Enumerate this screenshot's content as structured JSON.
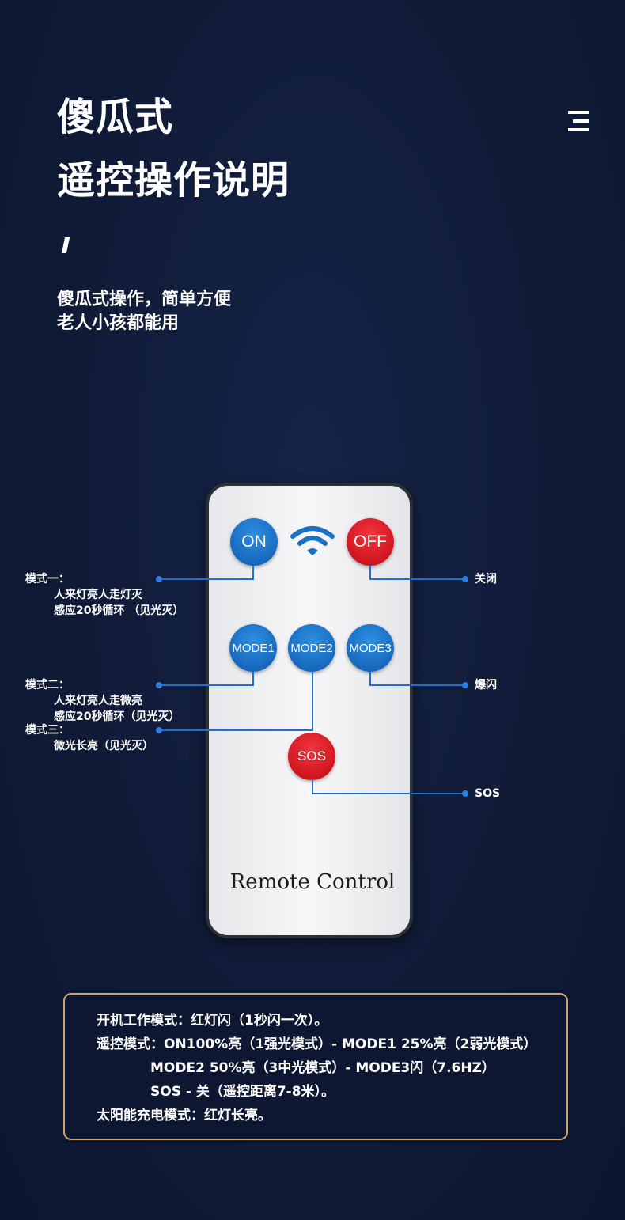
{
  "header": {
    "title_line1": "傻瓜式",
    "title_line2": "遥控操作说明",
    "subtitle_line1": "傻瓜式操作，简单方便",
    "subtitle_line2": "老人小孩都能用"
  },
  "remote": {
    "label": "Remote Control",
    "buttons": {
      "on": "ON",
      "off": "OFF",
      "mode1": "MODE1",
      "mode2": "MODE2",
      "mode3": "MODE3",
      "sos": "SOS"
    },
    "colors": {
      "blue": "#1b6fc4",
      "red": "#d61a24"
    }
  },
  "callouts": {
    "mode1": {
      "title": "模式一：",
      "line1": "人来灯亮人走灯灭",
      "line2": "感应20秒循环 （见光灭）"
    },
    "mode2": {
      "title": "模式二：",
      "line1": "人来灯亮人走微亮",
      "line2": "感应20秒循环（见光灭）"
    },
    "mode3": {
      "title": "模式三：",
      "line1": "微光长亮（见光灭）"
    },
    "off": "关闭",
    "mode3_right": "爆闪",
    "sos": "SOS"
  },
  "info": {
    "line1": "开机工作模式：红灯闪（1秒闪一次）。",
    "line2": "遥控模式：ON100%亮（1强光模式）- MODE1  25%亮（2弱光模式）",
    "line3": "MODE2  50%亮（3中光模式）- MODE3闪（7.6HZ）",
    "line4": "SOS - 关（遥控距离7-8米）。",
    "line5": "太阳能充电模式：红灯长亮。"
  }
}
